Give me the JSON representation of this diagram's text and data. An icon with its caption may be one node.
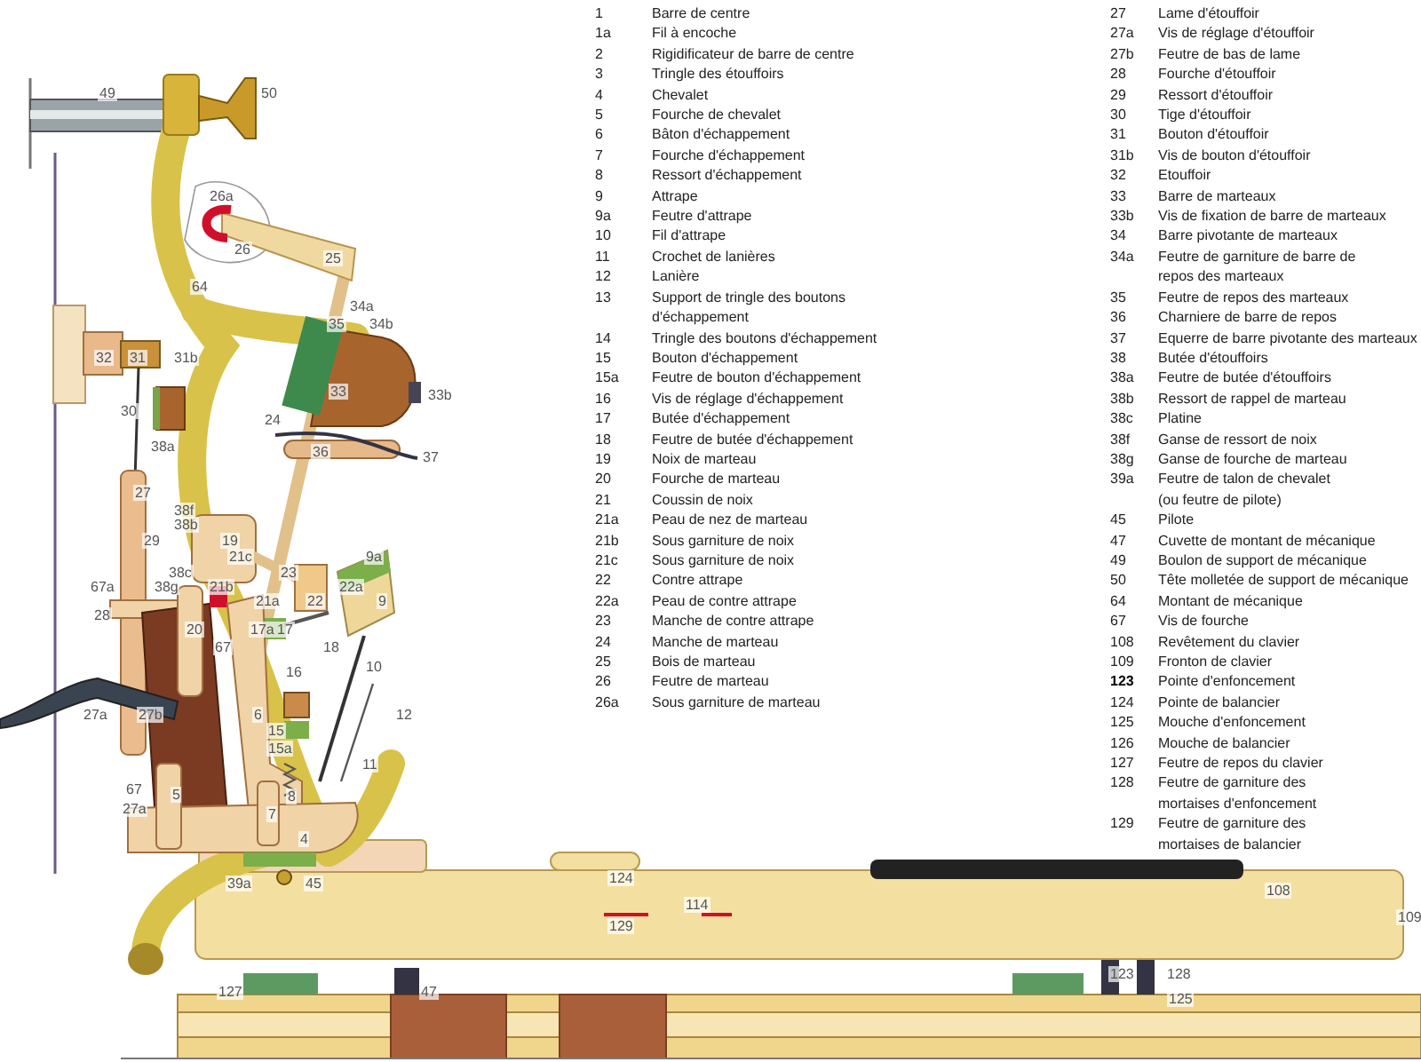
{
  "diagram": {
    "labels": [
      "49",
      "50",
      "26a",
      "26",
      "25",
      "64",
      "34a",
      "35",
      "34b",
      "32",
      "31",
      "31b",
      "33",
      "33b",
      "30",
      "24",
      "38a",
      "36",
      "37",
      "27",
      "38f",
      "38b",
      "29",
      "19",
      "21c",
      "9a",
      "38c",
      "23",
      "67a",
      "38g",
      "21b",
      "22a",
      "21a",
      "22",
      "9",
      "28",
      "20",
      "17a",
      "17",
      "67",
      "18",
      "10",
      "16",
      "27a",
      "27b",
      "6",
      "12",
      "15",
      "15a",
      "11",
      "67",
      "5",
      "8",
      "27a",
      "7",
      "4",
      "39a",
      "45",
      "124",
      "108",
      "114",
      "109",
      "129",
      "123",
      "128",
      "127",
      "47",
      "125",
      "1",
      "Barre de centre",
      "1a",
      "Fil à encoche",
      "2",
      "Rigidificateur de barre de centre",
      "3",
      "Tringle des étouffoirs",
      "4",
      "Chevalet",
      "5",
      "Fourche de chevalet",
      "6",
      "Bâton d'échappement",
      "7",
      "Fourche d'échappement",
      "8",
      "Ressort d'échappement",
      "9",
      "Attrape",
      "9a",
      "Feutre d'attrape",
      "10",
      "Fil d'attrape",
      "11",
      "Crochet de lanières",
      "12",
      "Lanière",
      "13",
      "Support de tringle des boutons d'échappement",
      "14",
      "Tringle des boutons d'échappement",
      "15",
      "Bouton d'échappement",
      "15a",
      "Feutre de bouton d'échappement",
      "16",
      "Vis de réglage d'échappement",
      "17",
      "Butée d'échappement",
      "18",
      "Feutre de butée d'échappement",
      "19",
      "Noix de marteau",
      "20",
      "Fourche de marteau",
      "21",
      "Coussin de noix",
      "21a",
      "Peau de nez de marteau",
      "21b",
      "Sous garniture de noix",
      "21c",
      "Sous garniture de noix",
      "22",
      "Contre attrape",
      "22a",
      "Peau de contre attrape",
      "23",
      "Manche de contre attrape",
      "24",
      "Manche de marteau",
      "25",
      "Bois de marteau",
      "26",
      "Feutre de marteau",
      "26a",
      "Sous garniture de marteau",
      "27",
      "Lame d'étouffoir",
      "27a",
      "Vis de réglage d'étouffoir",
      "27b",
      "Feutre de bas de lame",
      "28",
      "Fourche d'étouffoir",
      "29",
      "Ressort d'étouffoir",
      "30",
      "Tige d'étouffoir",
      "31",
      "Bouton d'étouffoir",
      "31b",
      "Vis de bouton d'étouffoir",
      "32",
      "Etouffoir",
      "33",
      "Barre de marteaux",
      "33b",
      "Vis de fixation de barre de marteaux",
      "34",
      "Barre pivotante de marteaux",
      "34a",
      "Feutre de garniture de barre de repos des marteaux",
      "35",
      "Feutre de repos des marteaux",
      "36",
      "Charniere de barre de repos",
      "37",
      "Equerre de barre pivotante des marteaux",
      "38",
      "Butée d'étouffoirs",
      "38a",
      "Feutre de butée d'étouffoirs",
      "38b",
      "Ressort de rappel de marteau",
      "38c",
      "Platine",
      "38f",
      "Ganse de ressort de noix",
      "38g",
      "Ganse de fourche de marteau",
      "39a",
      "Feutre de talon de chevalet (ou feutre de pilote)",
      "45",
      "Pilote",
      "47",
      "Cuvette de montant de mécanique",
      "49",
      "Boulon de support de mécanique",
      "50",
      "Tête molletée de support de mécanique",
      "64",
      "Montant de mécanique",
      "67",
      "Vis de fourche",
      "108",
      "Revêtement du clavier",
      "109",
      "Fronton de clavier",
      "123",
      "Pointe d'enfoncement",
      "124",
      "Pointe de balancier",
      "125",
      "Mouche d'enfoncement",
      "126",
      "Mouche de balancier",
      "127",
      "Feutre de repos du clavier",
      "128",
      "Feutre de garniture des mortaises d'enfoncement",
      "129",
      "Feutre de garniture des mortaises de balancier"
    ]
  }
}
